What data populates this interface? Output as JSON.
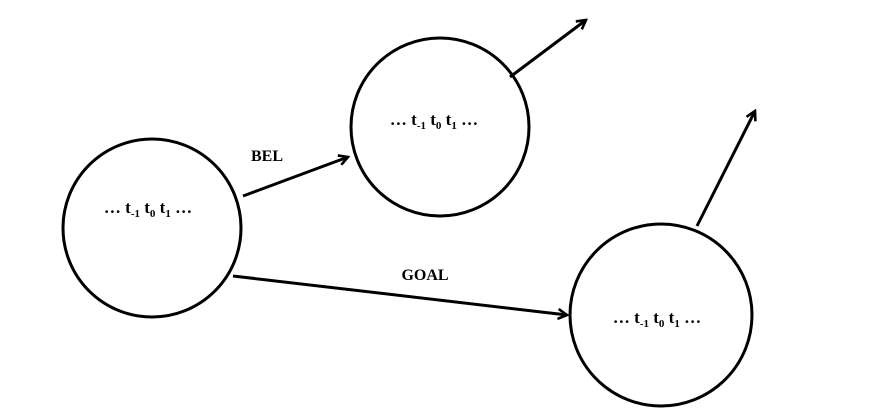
{
  "nodes": [
    {
      "id": "source",
      "ellipsis_left": "…",
      "t1": "t",
      "t1_sub": "-1",
      "t2": "t",
      "t2_sub": "0",
      "t3": "t",
      "t3_sub": "1",
      "ellipsis_right": "…"
    },
    {
      "id": "bel-target",
      "ellipsis_left": "…",
      "t1": "t",
      "t1_sub": "-1",
      "t2": "t",
      "t2_sub": "0",
      "t3": "t",
      "t3_sub": "1",
      "ellipsis_right": "…"
    },
    {
      "id": "goal-target",
      "ellipsis_left": "…",
      "t1": "t",
      "t1_sub": "-1",
      "t2": "t",
      "t2_sub": "0",
      "t3": "t",
      "t3_sub": "1",
      "ellipsis_right": "…"
    }
  ],
  "edges": [
    {
      "from": "source",
      "to": "bel-target",
      "label": "BEL"
    },
    {
      "from": "source",
      "to": "goal-target",
      "label": "GOAL"
    }
  ],
  "colors": {
    "stroke": "#000000",
    "background": "#ffffff"
  }
}
